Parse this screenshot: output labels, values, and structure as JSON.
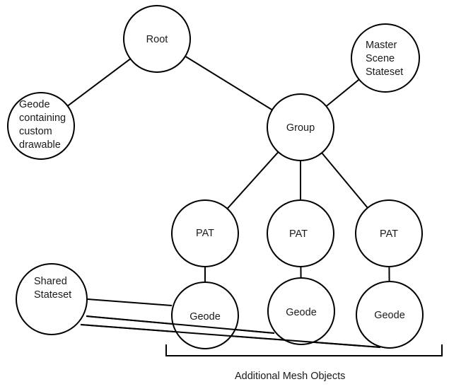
{
  "diagram": {
    "nodes": [
      {
        "id": "root",
        "lines": [
          "Root"
        ]
      },
      {
        "id": "geode-custom",
        "lines": [
          "Geode",
          "containing",
          "custom",
          "drawable"
        ]
      },
      {
        "id": "master-stateset",
        "lines": [
          "Master",
          "Scene",
          "Stateset"
        ]
      },
      {
        "id": "group",
        "lines": [
          "Group"
        ]
      },
      {
        "id": "pat-1",
        "lines": [
          "PAT"
        ]
      },
      {
        "id": "pat-2",
        "lines": [
          "PAT"
        ]
      },
      {
        "id": "pat-3",
        "lines": [
          "PAT"
        ]
      },
      {
        "id": "shared-stateset",
        "lines": [
          "Shared",
          "Stateset"
        ]
      },
      {
        "id": "geode-1",
        "lines": [
          "Geode"
        ]
      },
      {
        "id": "geode-2",
        "lines": [
          "Geode"
        ]
      },
      {
        "id": "geode-3",
        "lines": [
          "Geode"
        ]
      }
    ],
    "edges": [
      {
        "from": "root",
        "to": "geode-custom"
      },
      {
        "from": "root",
        "to": "group"
      },
      {
        "from": "master-stateset",
        "to": "group"
      },
      {
        "from": "group",
        "to": "pat-1"
      },
      {
        "from": "group",
        "to": "pat-2"
      },
      {
        "from": "group",
        "to": "pat-3"
      },
      {
        "from": "pat-1",
        "to": "geode-1"
      },
      {
        "from": "pat-2",
        "to": "geode-2"
      },
      {
        "from": "pat-3",
        "to": "geode-3"
      },
      {
        "from": "shared-stateset",
        "to": "geode-1"
      },
      {
        "from": "shared-stateset",
        "to": "geode-2"
      },
      {
        "from": "shared-stateset",
        "to": "geode-3"
      }
    ],
    "bracket_label": "Additional Mesh Objects"
  }
}
